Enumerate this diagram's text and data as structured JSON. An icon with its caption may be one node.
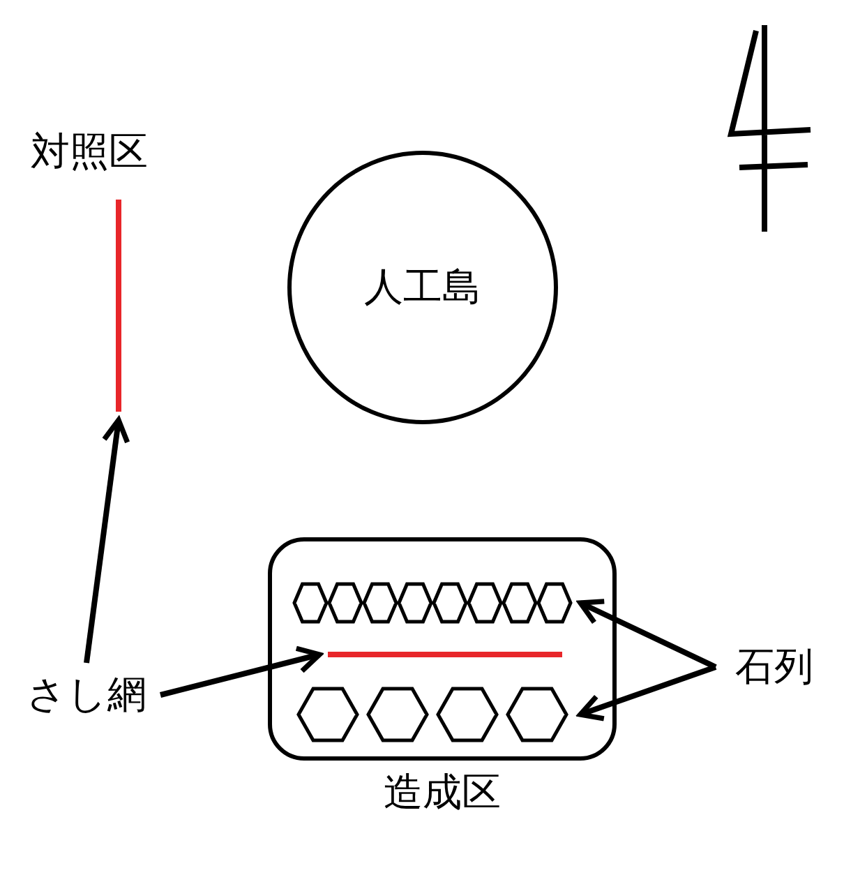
{
  "diagram": {
    "nodes": [
      {
        "text": [],
        "shape": "line",
        "beside": [
          "対照区"
        ]
      },
      {
        "text": [
          "人工島"
        ]
      },
      {
        "text": [
          "造成区"
        ]
      },
      {
        "text": [],
        "shape": "line",
        "in": 2
      },
      {
        "text": [],
        "shape": "hexagon",
        "in": 2
      },
      {
        "text": [],
        "shape": "hexagon",
        "in": 2
      },
      {
        "text": [
          "さし網"
        ]
      },
      {
        "text": [
          "石列"
        ]
      }
    ],
    "edges": [
      {
        "from": 6,
        "to": 0,
        "arrow": "to"
      },
      {
        "from": 6,
        "to": 3,
        "arrow": "to"
      },
      {
        "from": 7,
        "to": 4,
        "arrow": "to"
      },
      {
        "from": 7,
        "to": 5,
        "arrow": "to"
      }
    ]
  }
}
